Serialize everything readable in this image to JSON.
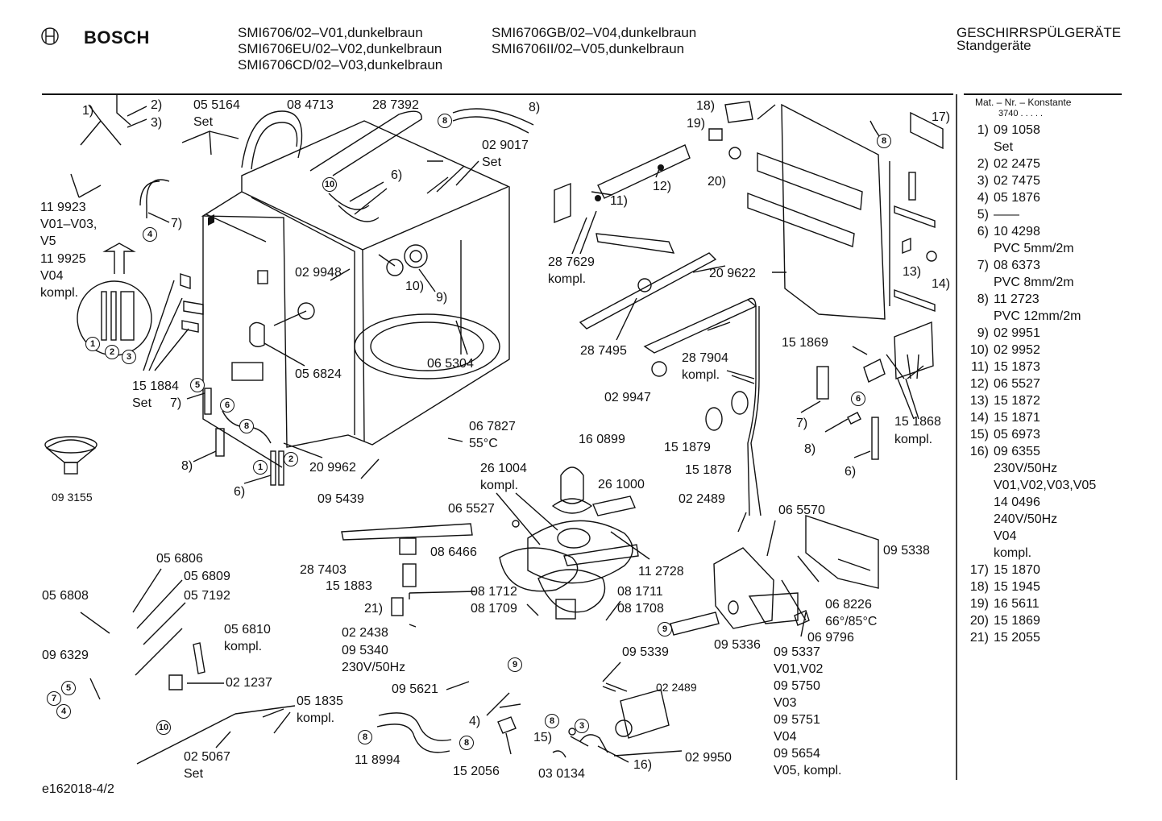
{
  "header": {
    "brand": "BOSCH",
    "models_col1": [
      "SMI6706/02–V01,dunkelbraun",
      "SMI6706EU/02–V02,dunkelbraun",
      "SMI6706CD/02–V03,dunkelbraun"
    ],
    "models_col2": [
      "SMI6706GB/02–V04,dunkelbraun",
      "SMI6706II/02–V05,dunkelbraun"
    ],
    "category": "GESCHIRRSPÜLGERÄTE",
    "subcategory": "Standgeräte"
  },
  "footer_code": "e162018-4/2",
  "parts_list": {
    "title": "Mat. – Nr. – Konstante",
    "constant": "3740 . . . . .",
    "rows": [
      {
        "n": "1)",
        "v": "09 1058"
      },
      {
        "n": "",
        "v": "Set"
      },
      {
        "n": "2)",
        "v": "02 2475"
      },
      {
        "n": "3)",
        "v": "02 7475"
      },
      {
        "n": "4)",
        "v": "05 1876"
      },
      {
        "n": "5)",
        "v": "——"
      },
      {
        "n": "6)",
        "v": "10 4298"
      },
      {
        "n": "",
        "v": "PVC 5mm/2m"
      },
      {
        "n": "7)",
        "v": "08 6373"
      },
      {
        "n": "",
        "v": "PVC 8mm/2m"
      },
      {
        "n": "8)",
        "v": "11 2723"
      },
      {
        "n": "",
        "v": "PVC 12mm/2m"
      },
      {
        "n": "9)",
        "v": "02 9951"
      },
      {
        "n": "10)",
        "v": "02 9952"
      },
      {
        "n": "11)",
        "v": "15 1873"
      },
      {
        "n": "12)",
        "v": "06 5527"
      },
      {
        "n": "13)",
        "v": "15 1872"
      },
      {
        "n": "14)",
        "v": "15 1871"
      },
      {
        "n": "15)",
        "v": "05 6973"
      },
      {
        "n": "16)",
        "v": "09 6355"
      },
      {
        "n": "",
        "v": "230V/50Hz"
      },
      {
        "n": "",
        "v": "V01,V02,V03,V05"
      },
      {
        "n": "",
        "v": "14 0496"
      },
      {
        "n": "",
        "v": "240V/50Hz"
      },
      {
        "n": "",
        "v": "V04"
      },
      {
        "n": "",
        "v": "kompl."
      },
      {
        "n": "17)",
        "v": "15 1870"
      },
      {
        "n": "18)",
        "v": "15 1945"
      },
      {
        "n": "19)",
        "v": "16 5611"
      },
      {
        "n": "20)",
        "v": "15 1869"
      },
      {
        "n": "21)",
        "v": "15 2055"
      }
    ]
  },
  "labels": {
    "l_1": "1)",
    "l_2": "2)",
    "l_3": "3)",
    "l_055164": "05 5164",
    "l_set1": "Set",
    "l_084713": "08 4713",
    "l_287392": "28 7392",
    "l_8a": "8)",
    "l_029017": "02 9017",
    "l_set2": "Set",
    "l_6a": "6)",
    "l_119923": "11 9923",
    "l_v01v03": "V01–V03,",
    "l_v5": "V5",
    "l_119925": "11 9925",
    "l_v04": "V04",
    "l_kompl1": "kompl.",
    "l_7a": "7)",
    "l_029948": "02 9948",
    "l_10a": "10)",
    "l_9a": "9)",
    "l_056824": "05 6824",
    "l_065304": "06 5304",
    "l_151884": "15 1884",
    "l_set3": "Set",
    "l_7b": "7)",
    "l_8b": "8)",
    "l_209962": "20 9962",
    "l_6b": "6)",
    "l_093155": "09 3155",
    "l_095439": "09 5439",
    "l_067827": "06 7827",
    "l_55c": "55°C",
    "l_18": "18)",
    "l_19": "19)",
    "l_20": "20)",
    "l_17": "17)",
    "l_11": "11)",
    "l_12": "12)",
    "l_287629": "28 7629",
    "l_kompl2": "kompl.",
    "l_209622": "20 9622",
    "l_13": "13)",
    "l_14": "14)",
    "l_287495": "28 7495",
    "l_029947": "02 9947",
    "l_287904": "28 7904",
    "l_kompl3": "kompl.",
    "l_151869": "15 1869",
    "l_151879": "15 1879",
    "l_151878": "15 1878",
    "l_7c": "7)",
    "l_8c": "8)",
    "l_6c": "6)",
    "l_151868": "15 1868",
    "l_kompl4": "kompl.",
    "l_160899": "16 0899",
    "l_261004": "26 1004",
    "l_kompl5": "kompl.",
    "l_261000": "26 1000",
    "l_065527": "06 5527",
    "l_287403": "28 7403",
    "l_086466": "08 6466",
    "l_151883": "15 1883",
    "l_21": "21)",
    "l_081712": "08 1712",
    "l_081709": "08 1709",
    "l_081711": "08 1711",
    "l_081708": "08 1708",
    "l_112728": "11 2728",
    "l_022438": "02 2438",
    "l_095340": "09 5340",
    "l_230v": "230V/50Hz",
    "l_022489a": "02 2489",
    "l_065570": "06 5570",
    "l_095338": "09 5338",
    "l_068226": "06 8226",
    "l_6685": "66°/85°C",
    "l_069796": "06 9796",
    "l_095336": "09 5336",
    "l_095337": "09 5337",
    "l_v0102": "V01,V02",
    "l_095750": "09 5750",
    "l_v03": "V03",
    "l_095751": "09 5751",
    "l_v04b": "V04",
    "l_095654": "09 5654",
    "l_v05": "V05, kompl.",
    "l_056806": "05 6806",
    "l_056809": "05 6809",
    "l_056808": "05 6808",
    "l_057192": "05 7192",
    "l_056810": "05 6810",
    "l_kompl6": "kompl.",
    "l_096329": "09 6329",
    "l_021237": "02 1237",
    "l_051835": "05 1835",
    "l_kompl7": "kompl.",
    "l_025067": "02 5067",
    "l_set4": "Set",
    "l_095621": "09 5621",
    "l_095339": "09 5339",
    "l_022489b": "02 2489",
    "l_4a": "4)",
    "l_15": "15)",
    "l_16": "16)",
    "l_118994": "11 8994",
    "l_152056": "15 2056",
    "l_030134": "03 0134",
    "l_029950": "02 9950"
  },
  "circled": {
    "c4": "4",
    "c10": "10",
    "c8": "8",
    "c6": "6",
    "c5": "5",
    "c1": "1",
    "c2": "2",
    "c3": "3",
    "c9": "9",
    "c7": "7"
  }
}
